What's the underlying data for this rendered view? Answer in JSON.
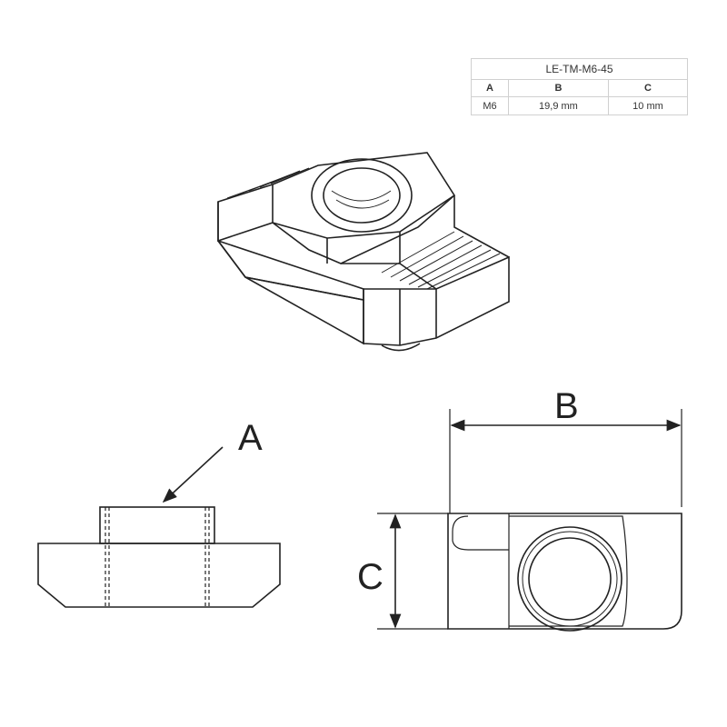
{
  "table": {
    "title": "LE-TM-M6-45",
    "headers": [
      "A",
      "B",
      "C"
    ],
    "values": [
      "M6",
      "19,9 mm",
      "10 mm"
    ]
  },
  "labels": {
    "a": "A",
    "b": "B",
    "c": "C"
  }
}
